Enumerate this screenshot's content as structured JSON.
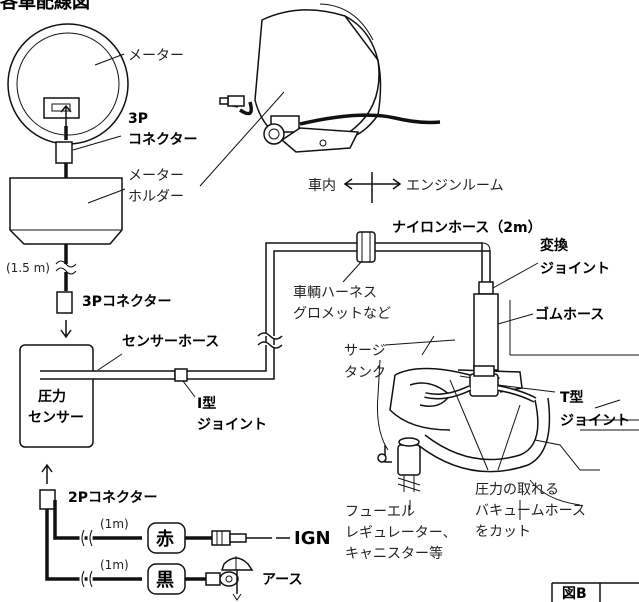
{
  "title": "各車配線図",
  "labels": {
    "meter": "メーター",
    "connector_3p_top_line1": "3P",
    "connector_3p_top_line2": "コネクター",
    "meter_holder_line1": "メーター",
    "meter_holder_line2": "ホルダー",
    "cable_length": "(1.5 m)",
    "connector_3p_bottom": "3Pコネクター",
    "sensor_hose": "センサーホース",
    "pressure_sensor_line1": "圧力",
    "pressure_sensor_line2": "センサー",
    "i_joint_line1": "I型",
    "i_joint_line2": "ジョイント",
    "connector_2p": "2Pコネクター",
    "red_length": "(1m)",
    "red": "赤",
    "ign": "IGN",
    "black_length": "(1m)",
    "black": "黒",
    "ground": "アース",
    "inside_car": "車内",
    "engine_room": "エンジンルーム",
    "nylon_hose": "ナイロンホース（2m）",
    "grommet_line1": "車輌ハーネス",
    "grommet_line2": "グロメットなど",
    "adapter_line1": "変換",
    "adapter_line2": "ジョイント",
    "rubber_hose": "ゴムホース",
    "surge_tank_line1": "サージ",
    "surge_tank_line2": "タンク",
    "t_joint_line1": "T型",
    "t_joint_line2": "ジョイント",
    "vacuum_line1": "圧力の取れる",
    "vacuum_line2": "バキュームホース",
    "vacuum_line3": "をカット",
    "regulator_line1": "フューエル",
    "regulator_line2": "レギュレーター、",
    "regulator_line3": "キャニスター等",
    "figure_tag": "図B"
  }
}
